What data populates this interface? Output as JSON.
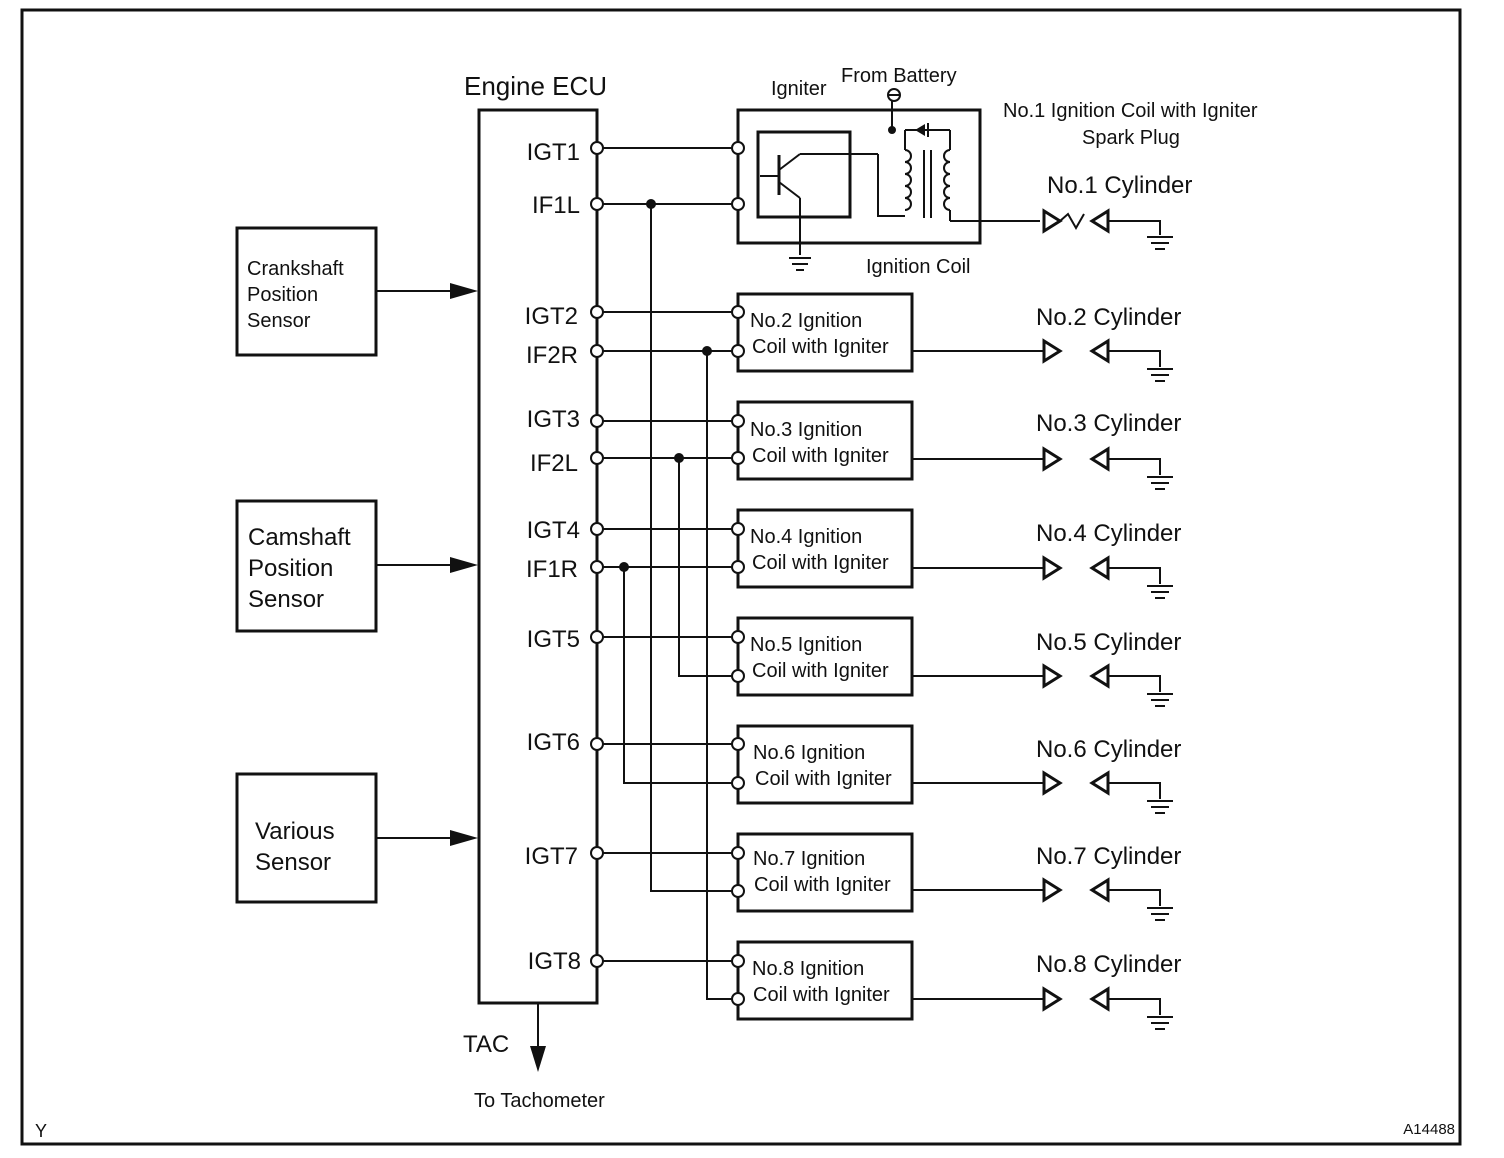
{
  "ecu": {
    "title": "Engine ECU",
    "pins": [
      "IGT1",
      "IF1L",
      "IGT2",
      "IF2R",
      "IGT3",
      "IF2L",
      "IGT4",
      "IF1R",
      "IGT5",
      "IGT6",
      "IGT7",
      "IGT8"
    ],
    "tac": "TAC",
    "tac_destination": "To Tachometer"
  },
  "sensors": {
    "crankshaft": [
      "Crankshaft",
      "Position",
      "Sensor"
    ],
    "camshaft": [
      "Camshaft",
      "Position",
      "Sensor"
    ],
    "various": [
      "Various",
      "Sensor"
    ]
  },
  "igniter_detail": {
    "igniter_label": "Igniter",
    "battery_label": "From Battery",
    "coil_label": "Ignition Coil",
    "assembly_label": [
      "No.1 Ignition Coil with Igniter",
      "Spark Plug"
    ]
  },
  "coils": [
    [
      "No.2 Ignition",
      "Coil with Igniter"
    ],
    [
      "No.3 Ignition",
      "Coil with Igniter"
    ],
    [
      "No.4 Ignition",
      "Coil with Igniter"
    ],
    [
      "No.5 Ignition",
      "Coil with Igniter"
    ],
    [
      "No.6 Ignition",
      "Coil with Igniter"
    ],
    [
      "No.7 Ignition",
      "Coil with Igniter"
    ],
    [
      "No.8 Ignition",
      "Coil with Igniter"
    ]
  ],
  "cylinders": [
    "No.1 Cylinder",
    "No.2 Cylinder",
    "No.3 Cylinder",
    "No.4 Cylinder",
    "No.5 Cylinder",
    "No.6 Cylinder",
    "No.7 Cylinder",
    "No.8 Cylinder"
  ],
  "corner_left": "Y",
  "corner_right": "A14488"
}
